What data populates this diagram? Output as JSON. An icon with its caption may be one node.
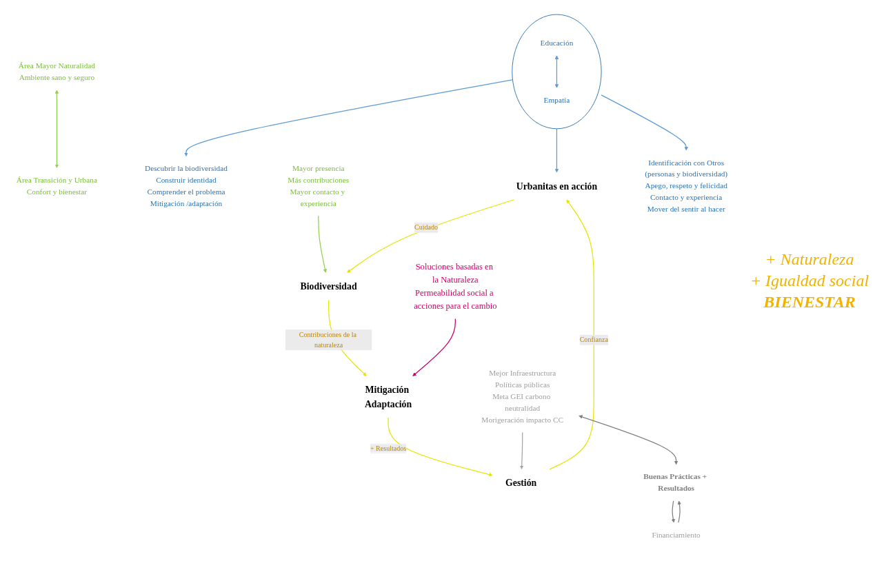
{
  "diagram": {
    "nodes": [
      {
        "text": [
          "Área Mayor Naturalidad",
          "Ambiente sano y seguro"
        ]
      },
      {
        "text": [
          "Área Transición y Urbana",
          "Confort y bienestar"
        ]
      },
      {
        "text": [
          "Descubrir la biodiversidad",
          "Construir identidad",
          "Comprender el problema",
          "Mitigación /adaptación"
        ]
      },
      {
        "text": [
          "Mayor presencia",
          "Más contribuciones",
          "Mayor contacto y experiencia"
        ]
      },
      {
        "text": [
          "Biodiversidad"
        ]
      },
      {
        "text": [],
        "shape": "circle"
      },
      {
        "text": [
          "Educación"
        ],
        "in": 5
      },
      {
        "text": [
          "Empatía"
        ],
        "in": 5
      },
      {
        "text": [
          "Urbanitas en acción"
        ]
      },
      {
        "text": [
          "Mitigación Adaptación"
        ]
      },
      {
        "text": [
          "Soluciones basadas en la Naturaleza",
          "Permeabilidad social a acciones para el cambio"
        ]
      },
      {
        "text": [
          "Gestión"
        ]
      },
      {
        "text": [
          "Identificación con Otros",
          "(personas y biodiversidad)",
          "Apego, respeto y felicidad",
          "Contacto y experiencia",
          "Mover del sentir al hacer"
        ]
      },
      {
        "text": [
          "Mejor Infraestructura",
          "Políticas públicas",
          "Meta GEI carbono neutralidad",
          "Morigeración impacto CC"
        ]
      },
      {
        "text": [
          "Buenas Prácticas + Resultados"
        ]
      },
      {
        "text": [
          "Financiamiento"
        ]
      }
    ],
    "edges": [
      {
        "from": 0,
        "to": 1,
        "arrow": "both",
        "color": "#92d050"
      },
      {
        "from": 3,
        "to": 4,
        "arrow": "to",
        "color": "#92d050"
      },
      {
        "from": 5,
        "to": 2,
        "arrow": "to",
        "color": "#5b9bd5"
      },
      {
        "from": 6,
        "to": 7,
        "arrow": "both",
        "color": "#5b9bd5"
      },
      {
        "from": 5,
        "to": 8,
        "arrow": "to",
        "color": "#5b9bd5"
      },
      {
        "from": 5,
        "to": 12,
        "arrow": "to",
        "color": "#5b9bd5"
      },
      {
        "from": 8,
        "to": 4,
        "label": "Cuidado",
        "arrow": "to",
        "color": "#e6e600"
      },
      {
        "from": 4,
        "to": 9,
        "label": "Contribuciones de la naturaleza",
        "arrow": "to",
        "color": "#e6e600"
      },
      {
        "from": 10,
        "to": 9,
        "arrow": "to",
        "color": "#cc0066"
      },
      {
        "from": 9,
        "to": 11,
        "label": "+ Resultados",
        "arrow": "to",
        "color": "#e6e600"
      },
      {
        "from": 11,
        "to": 8,
        "label": "Confianza",
        "arrow": "to",
        "color": "#e6e600"
      },
      {
        "from": 13,
        "to": 11,
        "arrow": "to",
        "color": "#a5a5a5"
      },
      {
        "from": 13,
        "to": 14,
        "arrow": "both",
        "color": "#808080"
      },
      {
        "from": 14,
        "to": 15,
        "arrow": "to",
        "color": "#808080"
      },
      {
        "from": 15,
        "to": 14,
        "arrow": "to",
        "color": "#808080"
      }
    ],
    "labels": [
      "+ Naturaleza",
      "+ Igualdad social",
      "BIENESTAR"
    ]
  }
}
